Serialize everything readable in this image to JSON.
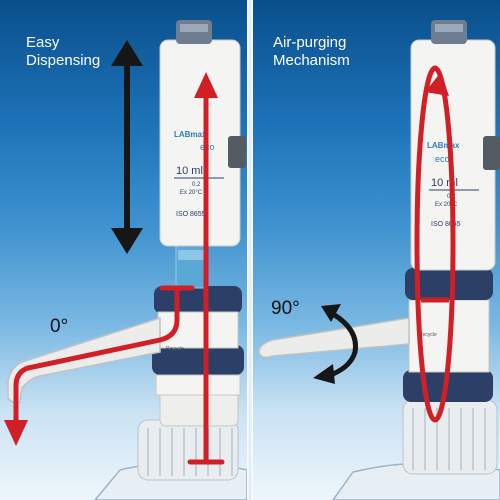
{
  "left_panel": {
    "caption_line1": "Easy",
    "caption_line2": "Dispensing",
    "angle_label": "0°",
    "brand_text": "LABmax",
    "model_text": "eco",
    "volume_text": "10 ml",
    "fine_text_1": "0.2",
    "fine_text_2": "Ex 20°C",
    "iso_text": "ISO 8655",
    "small_label": "Recycle"
  },
  "right_panel": {
    "caption_line1": "Air-purging",
    "caption_line2": "Mechanism",
    "angle_label": "90°",
    "brand_text": "LABmax",
    "model_text": "eco",
    "volume_text": "10 ml",
    "fine_text_1": "0.2",
    "fine_text_2": "Ex 20°C",
    "iso_text": "ISO 8655",
    "small_label": "Recycle"
  },
  "colors": {
    "arrow_red": "#d21f26",
    "arrow_black": "#161616",
    "knob_blue": "#2c3f66",
    "body_white": "#f4f4f2"
  }
}
